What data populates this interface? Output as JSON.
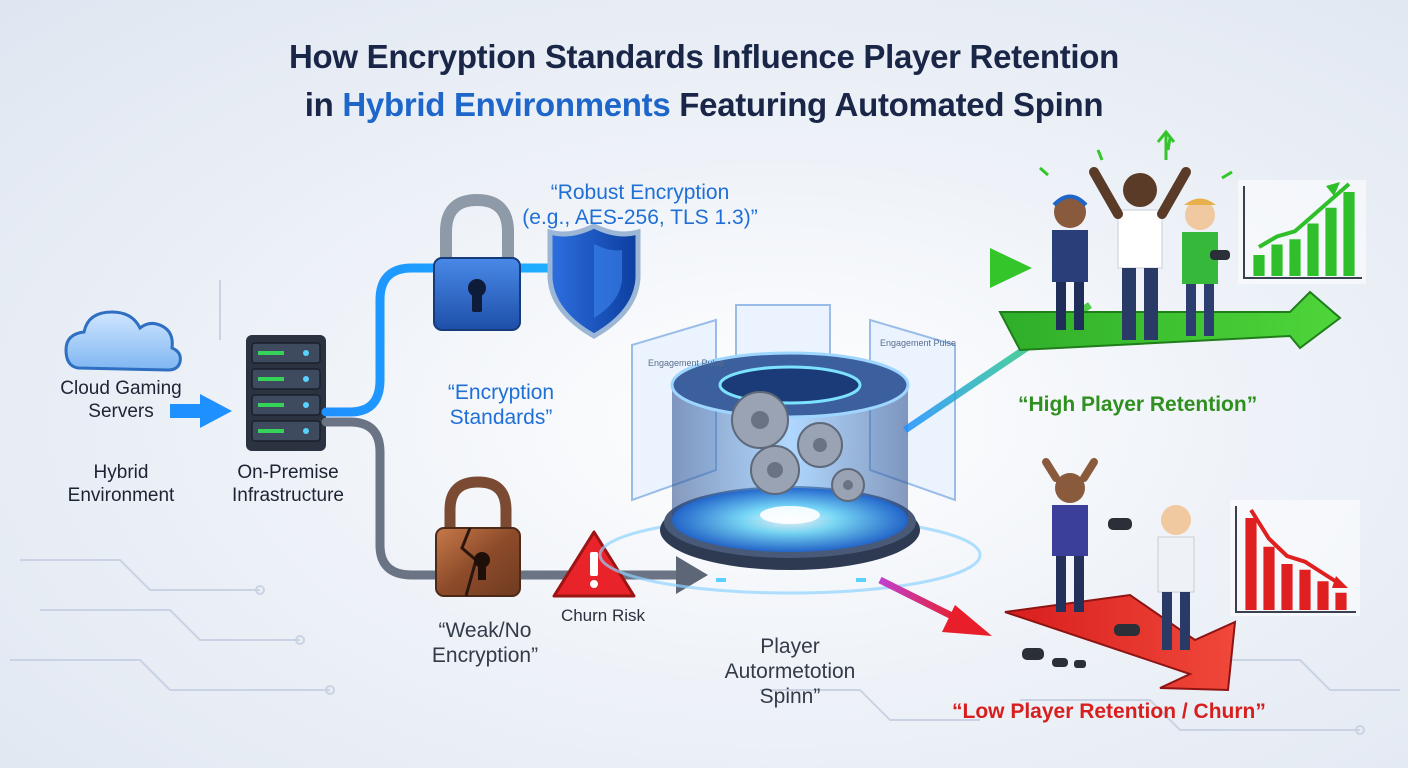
{
  "title": {
    "line1": "How Encryption Standards Influence Player Retention",
    "line2_prefix": "in",
    "line2_accent": "Hybrid Environments",
    "line2_suffix": "Featuring Automated Spinn"
  },
  "nodes": {
    "cloud_label": "Cloud Gaming\nServers",
    "hybrid_label": "Hybrid\nEnvironment",
    "onprem_label": "On-Premise\nInfrastructure",
    "robust_label": "“Robust Encryption\n(e.g., AES-256, TLS 1.3)”",
    "standards_label": "“Encryption\nStandards”",
    "weak_label": "“Weak/No\nEncryption”",
    "churn_risk_label": "Churn Risk",
    "spinner_label": "Player\nAutormetotion\nSpinn”",
    "engine_panel_left": "Engagement Pulse",
    "engine_panel_right": "Engagement Pulse",
    "high_label": "“High Player Retention”",
    "low_label": "“Low Player Retention / Churn”"
  },
  "colors": {
    "title": "#1a2647",
    "accent_blue": "#1e66c9",
    "flow_blue": "#1e90ff",
    "success_green": "#2fbf2a",
    "danger_red": "#e02020",
    "gray_path": "#6b7485"
  },
  "mini_charts": {
    "up": {
      "trend": "increasing",
      "values": [
        2,
        3,
        3.5,
        5,
        6.5,
        8
      ]
    },
    "down": {
      "trend": "decreasing",
      "values": [
        8,
        5.5,
        4,
        3.5,
        2.5,
        1.5
      ]
    }
  }
}
